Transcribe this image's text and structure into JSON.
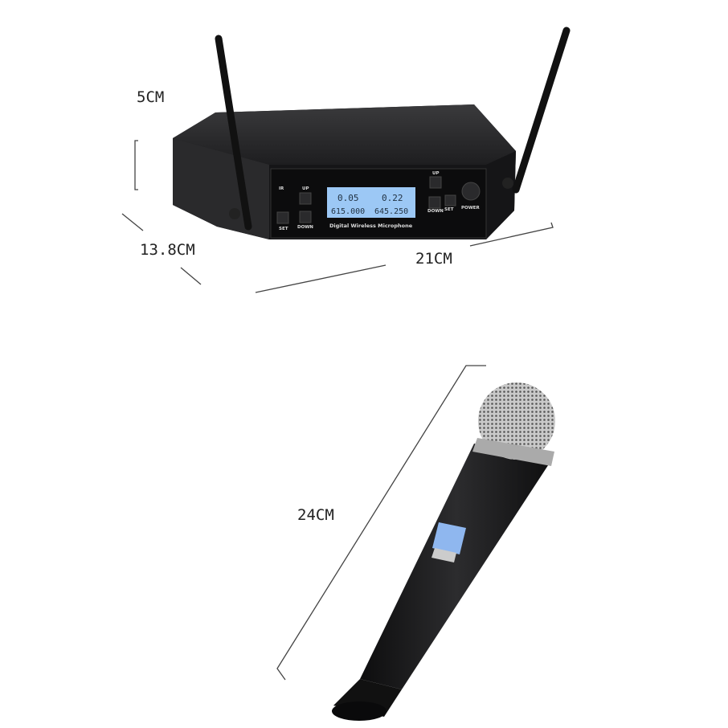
{
  "dimensions": {
    "height": "5CM",
    "depth": "13.8CM",
    "width": "21CM",
    "mic_length": "24CM"
  },
  "receiver": {
    "buttons": {
      "ir": "IR",
      "up_left": "UP",
      "set_left": "SET",
      "down_left": "DOWN",
      "up_right": "UP",
      "down_right": "DOWN",
      "set_right": "SET",
      "power": "POWER"
    },
    "lcd": {
      "ch_a": "0.05",
      "ch_b": "0.22",
      "freq_a": "615.000",
      "freq_b": "645.250"
    },
    "panel_text": "Digital Wireless Microphone",
    "lcd_color": "#9cc8f5"
  },
  "microphone": {
    "lcd_color": "#8fb7ef"
  }
}
